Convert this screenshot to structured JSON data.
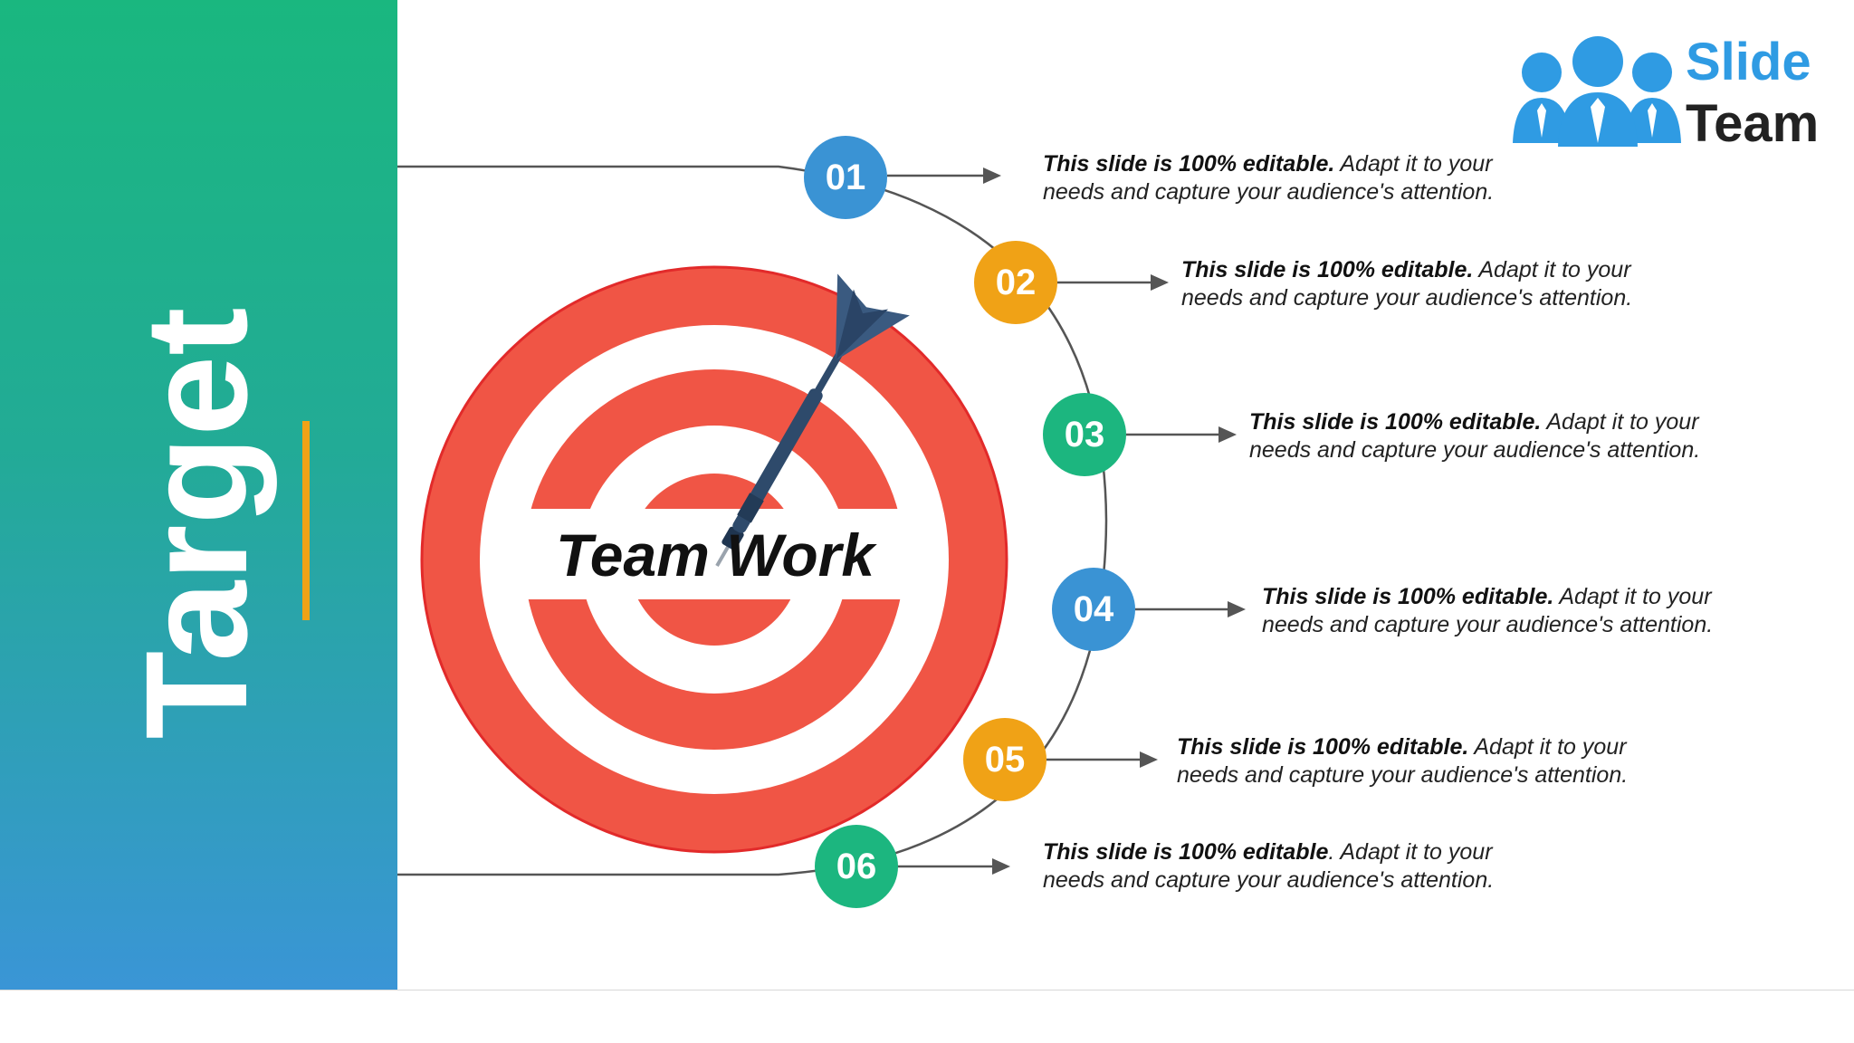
{
  "slide": {
    "title": "Target",
    "center_label": "Team Work"
  },
  "logo": {
    "word1": "Slide",
    "word2": "Team"
  },
  "items": [
    {
      "number": "01",
      "bold": "This slide is 100% editable.",
      "text": " Adapt it to your needs and capture your audience's attention.",
      "color": "#3a93d4"
    },
    {
      "number": "02",
      "bold": "This slide is 100% editable.",
      "text": " Adapt it to your needs and capture your audience's attention.",
      "color": "#f0a216"
    },
    {
      "number": "03",
      "bold": "This slide is 100% editable.",
      "text": " Adapt it to your needs and capture your audience's attention.",
      "color": "#1cb67f"
    },
    {
      "number": "04",
      "bold": "This slide is 100% editable.",
      "text": " Adapt it to your needs and capture your audience's attention.",
      "color": "#3a93d4"
    },
    {
      "number": "05",
      "bold": "This slide is 100% editable.",
      "text": " Adapt it to your needs and capture your audience's attention.",
      "color": "#f0a216"
    },
    {
      "number": "06",
      "bold": "This slide is 100% editable",
      "text": ". Adapt it to your needs and capture your audience's attention.",
      "color": "#1cb67f"
    }
  ],
  "colors": {
    "target_red": "#f05545",
    "dart": "#2e4a6b",
    "logo_blue": "#2f9be3",
    "logo_dark": "#222222"
  }
}
